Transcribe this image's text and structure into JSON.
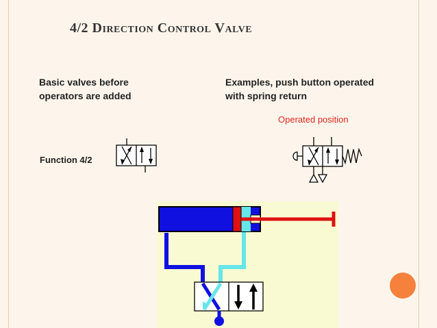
{
  "title": "4/2 Direction Control Valve",
  "left_text": {
    "line1": "Basic valves before",
    "line2": "operators are added"
  },
  "right_text": {
    "line1": "Examples, push button operated",
    "line2": "with spring return"
  },
  "operated_label": "Operated position",
  "function_label": "Function 4/2",
  "colors": {
    "cylinder_blue": "#1010e0",
    "line_cyan": "#66e6e8",
    "rod_red": "#dd1111",
    "panel_yellow": "#fafad2",
    "accent_orange": "#f6813c",
    "operated_red": "#e0281e"
  }
}
